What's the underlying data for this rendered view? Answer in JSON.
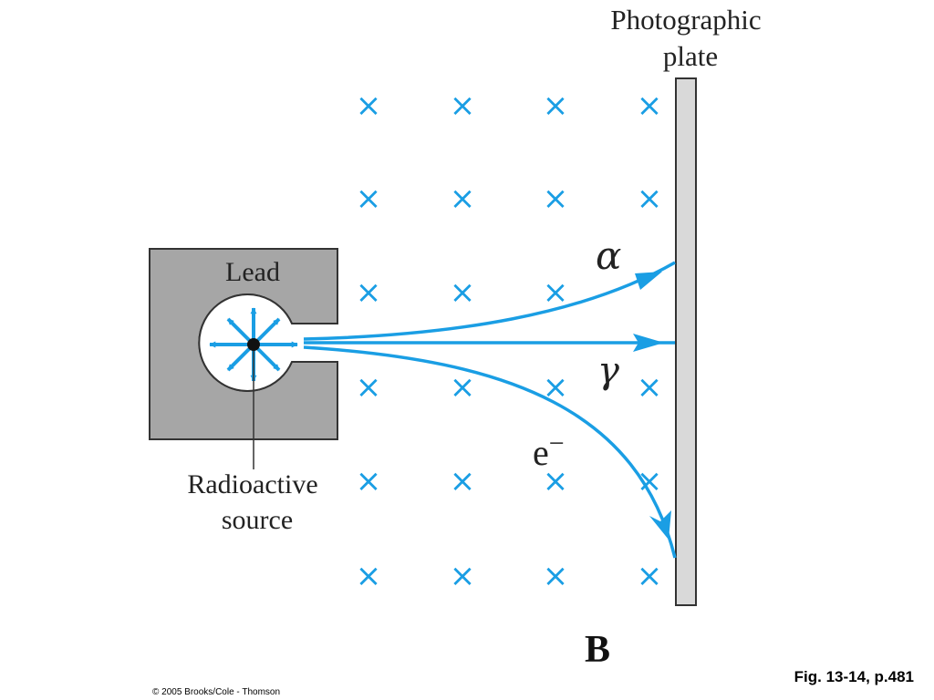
{
  "labels": {
    "plate_line1": "Photographic",
    "plate_line2": "plate",
    "lead": "Lead",
    "alpha": "α",
    "gamma": "γ",
    "electron": "e",
    "electron_sign": "−",
    "source_line1": "Radioactive",
    "source_line2": "source",
    "panel_letter": "B"
  },
  "field_marker": "×",
  "footer": {
    "figure_ref": "Fig. 13-14, p.481",
    "copyright": "© 2005 Brooks/Cole - Thomson"
  },
  "colors": {
    "accent": "#1a9ee4",
    "lead_fill": "#a6a6a6",
    "plate_fill": "#d9d9d9",
    "outline": "#333333"
  },
  "icons": {
    "field_marker": "cross-icon",
    "source": "radiation-burst-icon"
  }
}
